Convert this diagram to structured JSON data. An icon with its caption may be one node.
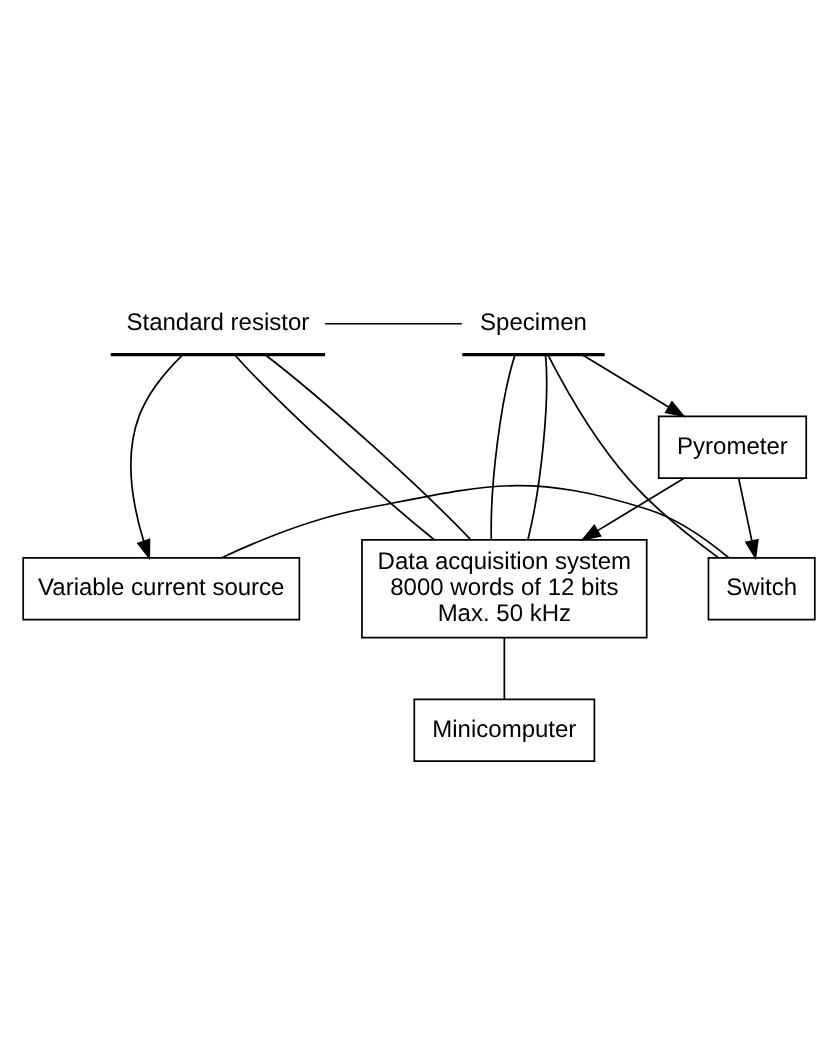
{
  "diagram": {
    "nodes": [
      {
        "text": [
          "Variable current source"
        ]
      },
      {
        "text": [
          "Switch"
        ]
      },
      {
        "text": [
          "Pyrometer"
        ]
      },
      {
        "text": [
          "Standard resistor"
        ]
      },
      {
        "text": [
          "Specimen"
        ]
      },
      {
        "text": [
          "Data acquisition system",
          "8000 words of 12 bits",
          "Max. 50 kHz"
        ]
      },
      {
        "text": [
          "Minicomputer"
        ]
      }
    ],
    "edges": [
      {
        "from": 0,
        "to": 1,
        "arrow": "none"
      },
      {
        "from": 1,
        "to": 4,
        "arrow": "none"
      },
      {
        "from": 4,
        "to": 3,
        "arrow": "none"
      },
      {
        "from": 3,
        "to": 0,
        "arrow": "to"
      },
      {
        "from": 2,
        "to": 1,
        "arrow": "to"
      },
      {
        "from": 4,
        "to": 2,
        "arrow": "to"
      },
      {
        "from": 2,
        "to": 5,
        "arrow": "to"
      },
      {
        "from": 3,
        "to": 5,
        "arrow": "none"
      },
      {
        "from": 3,
        "to": 5,
        "arrow": "none"
      },
      {
        "from": 4,
        "to": 5,
        "arrow": "none"
      },
      {
        "from": 4,
        "to": 5,
        "arrow": "none"
      },
      {
        "from": 5,
        "to": 6,
        "arrow": "none"
      }
    ]
  }
}
